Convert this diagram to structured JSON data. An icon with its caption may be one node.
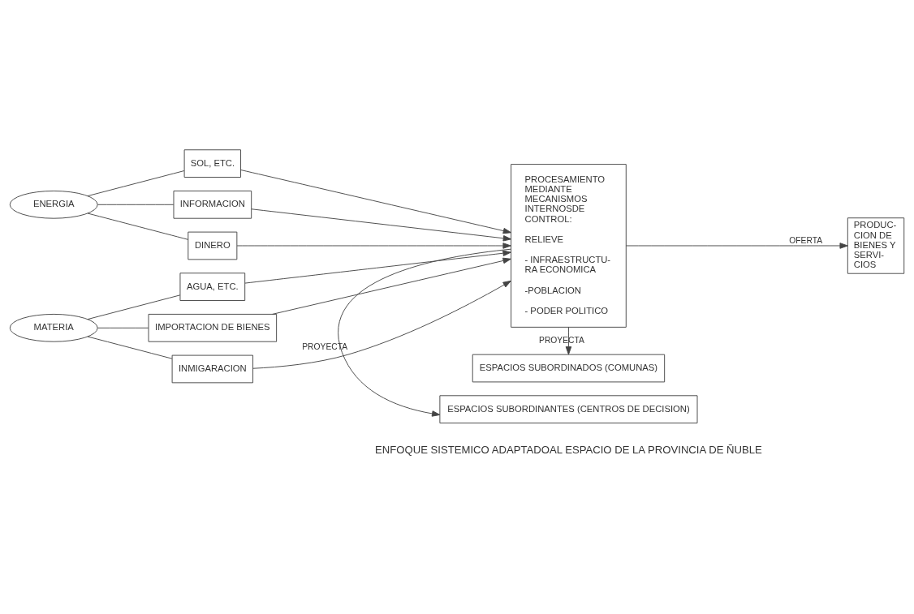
{
  "diagram": {
    "nodes": [
      {
        "text": [
          "ESPACIOS SUBORDINANTES (CENTROS DE DECISION)"
        ]
      },
      {
        "text": [
          "ENERGIA"
        ]
      },
      {
        "text": [
          "SOL, ETC."
        ]
      },
      {
        "text": [
          "INFORMACION"
        ]
      },
      {
        "text": [
          "DINERO"
        ]
      },
      {
        "text": [
          "PROCESAMIENTO MEDIANTE MECANISMOS INTERNOSDE CONTROL:",
          "RELIEVE",
          "- INFRAESTRUCTU- RA ECONOMICA",
          "-POBLACION",
          "- PODER POLITICO"
        ]
      },
      {
        "text": [
          "PRODUC- CION DE BIENES Y SERVI- CIOS"
        ]
      },
      {
        "text": [
          "MATERIA"
        ]
      },
      {
        "text": [
          "AGUA, ETC."
        ]
      },
      {
        "text": [
          "IMPORTACION DE BIENES"
        ]
      },
      {
        "text": [
          "INMIGARACION"
        ]
      },
      {
        "text": [
          "ESPACIOS SUBORDINADOS (COMUNAS)"
        ]
      }
    ],
    "edges": [
      {
        "from": 1,
        "to": 2,
        "arrow": "none"
      },
      {
        "from": 1,
        "to": 3,
        "arrow": "none"
      },
      {
        "from": 1,
        "to": 4,
        "arrow": "none"
      },
      {
        "from": 2,
        "to": 5,
        "arrow": "to"
      },
      {
        "from": 3,
        "to": 5,
        "arrow": "to"
      },
      {
        "from": 4,
        "to": 5,
        "arrow": "to"
      },
      {
        "from": 7,
        "to": 8,
        "arrow": "none"
      },
      {
        "from": 7,
        "to": 9,
        "arrow": "none"
      },
      {
        "from": 7,
        "to": 10,
        "arrow": "none"
      },
      {
        "from": 8,
        "to": 5,
        "arrow": "to"
      },
      {
        "from": 9,
        "to": 5,
        "arrow": "to"
      },
      {
        "from": 10,
        "to": 5,
        "arrow": "to"
      },
      {
        "from": 5,
        "to": 0,
        "arrow": "to",
        "label": "PROYECTA"
      },
      {
        "from": 5,
        "to": 11,
        "arrow": "to",
        "label": "PROYECTA"
      },
      {
        "from": 5,
        "to": 6,
        "arrow": "to",
        "label": "OFERTA"
      }
    ],
    "labels": [
      "ENFOQUE SISTEMICO ADAPTADOAL ESPACIO DE LA PROVINCIA DE ÑUBLE"
    ]
  }
}
